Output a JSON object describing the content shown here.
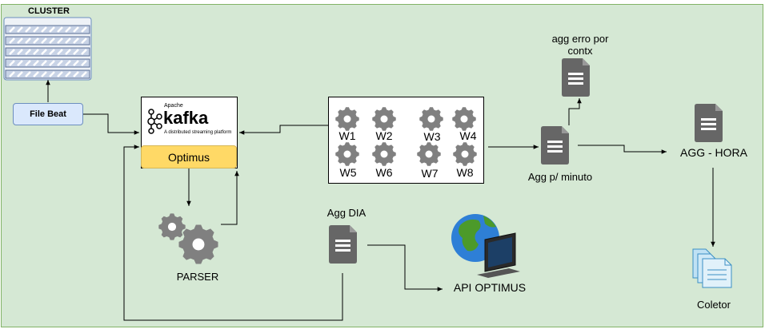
{
  "cluster_label": "CLUSTER",
  "filebeat_label": "File Beat",
  "kafka": {
    "brand": "kafka",
    "small_top": "Apache",
    "tagline": "A distributed streaming platform"
  },
  "optimus_label": "Optimus",
  "parser_label": "PARSER",
  "workers": [
    "W1",
    "W2",
    "W3",
    "W4",
    "W5",
    "W6",
    "W7",
    "W8"
  ],
  "agg_erro_label": "agg erro por contx",
  "agg_minuto_label": "Agg p/ minuto",
  "agg_hora_label": "AGG - HORA",
  "agg_dia_label": "Agg DIA",
  "api_label": "API OPTIMUS",
  "coletor_label": "Coletor",
  "colors": {
    "background": "#d5e8d4",
    "border": "#82b366",
    "doc_icon": "#666666",
    "filebeat_fill": "#dae8fc",
    "optimus_fill": "#ffd966"
  }
}
